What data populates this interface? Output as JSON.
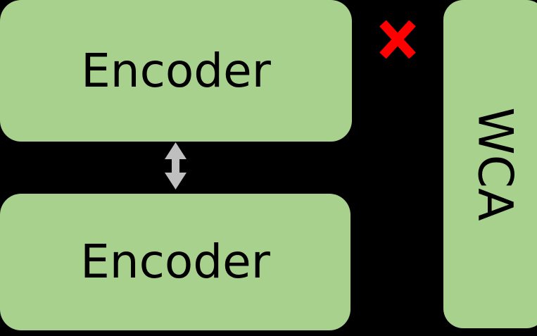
{
  "diagram": {
    "background_color": "#000000",
    "block_color": "#a9d18e",
    "arrow_color": "#bfbfbf",
    "cross_color": "#ff0000",
    "text_color": "#000000",
    "blocks": [
      {
        "id": "encoder-top",
        "label": "Encoder",
        "orientation": "horizontal"
      },
      {
        "id": "encoder-bottom",
        "label": "Encoder",
        "orientation": "horizontal"
      },
      {
        "id": "wca",
        "label": "WCA",
        "orientation": "vertical-rotated-90"
      }
    ],
    "connectors": [
      {
        "id": "encoder-link",
        "type": "double-headed-arrow",
        "direction": "vertical",
        "from": "encoder-top",
        "to": "encoder-bottom",
        "color": "#bfbfbf"
      }
    ],
    "markers": [
      {
        "id": "cross-marker",
        "type": "cross",
        "glyph": "×",
        "meaning": "removed-connection",
        "color": "#ff0000"
      }
    ]
  }
}
